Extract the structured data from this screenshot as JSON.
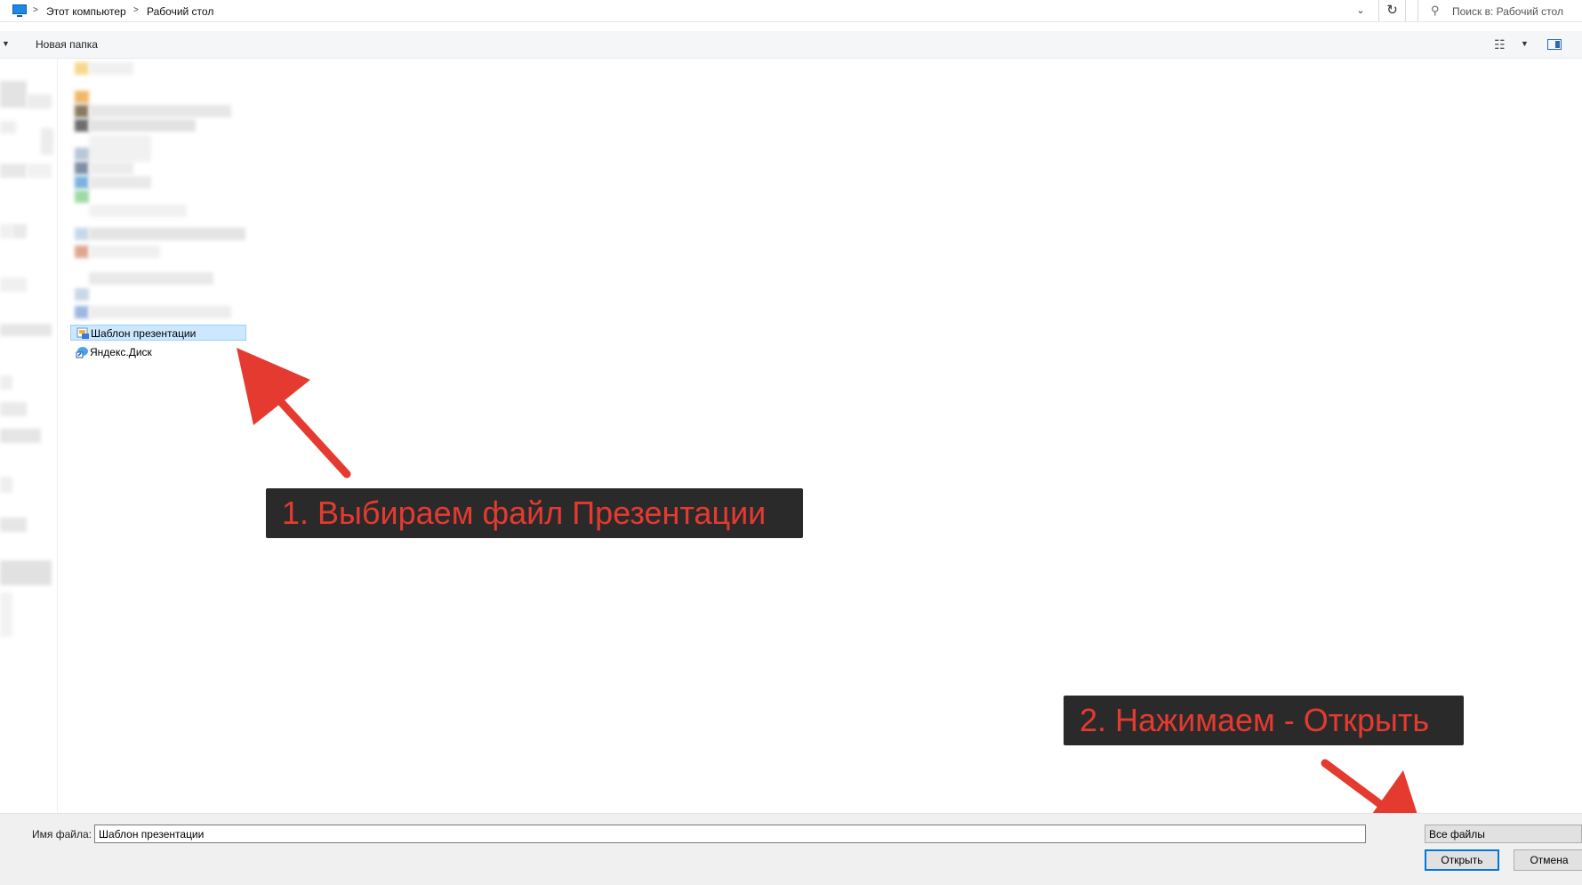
{
  "address_bar": {
    "breadcrumbs": [
      "Этот компьютер",
      "Рабочий стол"
    ],
    "search_placeholder": "Поиск в: Рабочий стол"
  },
  "toolbar": {
    "new_folder_label": "Новая папка"
  },
  "files": [
    {
      "name": "Шаблон презентации",
      "icon": "presentation-file-icon",
      "selected": true
    },
    {
      "name": "Яндекс.Диск",
      "icon": "yandex-disk-icon",
      "selected": false
    }
  ],
  "bottom_bar": {
    "filename_label": "Имя файла:",
    "filename_value": "Шаблон презентации",
    "filetype_value": "Все файлы",
    "open_label": "Открыть",
    "cancel_label": "Отмена"
  },
  "annotations": [
    {
      "text": "1. Выбираем файл Презентации"
    },
    {
      "text": "2. Нажимаем - Открыть"
    }
  ],
  "colors": {
    "annotation_bg": "#2a2a2a",
    "annotation_text": "#e53a30",
    "arrow": "#e53a30",
    "selection": "#cce8ff",
    "default_button_border": "#0078d7"
  }
}
